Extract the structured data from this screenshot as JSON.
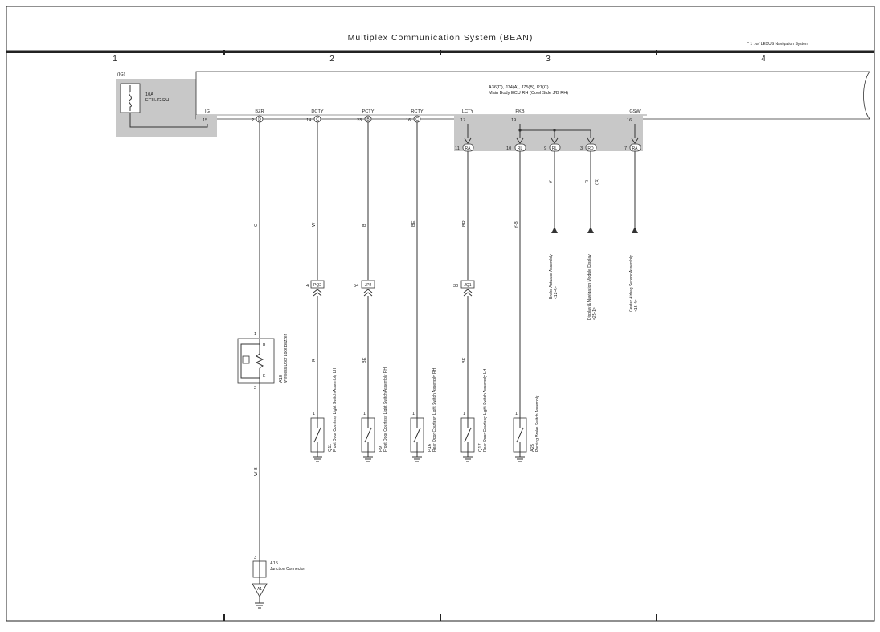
{
  "header": {
    "title": "Multiplex Communication System (BEAN)",
    "note": "* 1 : w/ LEXUS Navigation System"
  },
  "columns": [
    "1",
    "2",
    "3",
    "4"
  ],
  "fuse": {
    "source": "(IG)",
    "rating": "10A",
    "name": "ECU-IG RH"
  },
  "ecu": {
    "connectors": "A36(D), J74(A), J75(B), P1(C)",
    "name": "Main Body ECU RH (Cowl Side J/B RH)"
  },
  "terminals": [
    {
      "name": "IG",
      "pin": "15",
      "conn": ""
    },
    {
      "name": "BZR",
      "pin": "2",
      "conn": "D"
    },
    {
      "name": "DCTY",
      "pin": "14",
      "conn": "C"
    },
    {
      "name": "PCTY",
      "pin": "23",
      "conn": "B"
    },
    {
      "name": "RCTY",
      "pin": "16",
      "conn": "C"
    },
    {
      "name": "LCTY",
      "pin": "17",
      "conn": ""
    },
    {
      "name": "PKB",
      "pin": "19",
      "conn": ""
    },
    {
      "name": "GSW",
      "pin": "16",
      "conn": ""
    }
  ],
  "junctions": [
    {
      "pin": "11",
      "conn": "RA"
    },
    {
      "pin": "10",
      "conn": "RL"
    },
    {
      "pin": "9",
      "conn": "RL"
    },
    {
      "pin": "3",
      "conn": "RD"
    },
    {
      "pin": "7",
      "conn": "RA"
    }
  ],
  "wire_colors": {
    "bzr_upper": "G",
    "bzr_lower": "W-B",
    "dcty_upper": "W",
    "dcty_lower": "R",
    "pcty_upper": "B",
    "pcty_lower": "BE",
    "rcty": "BE",
    "lcty_upper": "BR",
    "lcty_lower": "BE",
    "pkb": "Y-B",
    "brake": "Y",
    "display": "R",
    "display_note": "(*1)",
    "airbag": "L"
  },
  "inline_connectors": [
    {
      "pin": "4",
      "name": "PQ2"
    },
    {
      "pin": "54",
      "name": "JP2"
    },
    {
      "pin": "30",
      "name": "JQ1"
    }
  ],
  "buzzer": {
    "id": "A18",
    "name": "Wireless Door Lock Buzzer",
    "pin_top": "1",
    "pin_bottom": "2",
    "b": "B",
    "e": "E"
  },
  "switches": [
    {
      "id": "Q11",
      "name": "Front Door Courtesy Light Switch Assembly LH",
      "pin": "1"
    },
    {
      "id": "P9",
      "name": "Front Door Courtesy Light Switch Assembly RH",
      "pin": "1"
    },
    {
      "id": "P16",
      "name": "Rear Door Courtesy Light Switch Assembly RH",
      "pin": "1"
    },
    {
      "id": "Q17",
      "name": "Rear Door Courtesy Light Switch Assembly LH",
      "pin": "1"
    },
    {
      "id": "A25",
      "name": "Parking Brake Switch Assembly",
      "pin": "1"
    }
  ],
  "destinations": [
    {
      "name": "Brake Actuator Assembly",
      "ref": "<12-4>"
    },
    {
      "name": "Display & Navigation Module Display",
      "ref": "<25-1>"
    },
    {
      "name": "Center Airbag Sensor Assembly",
      "ref": "<15-4>"
    }
  ],
  "junction_connector": {
    "pin": "3",
    "id": "A15",
    "name": "Junction Connector",
    "ground": "A1"
  }
}
